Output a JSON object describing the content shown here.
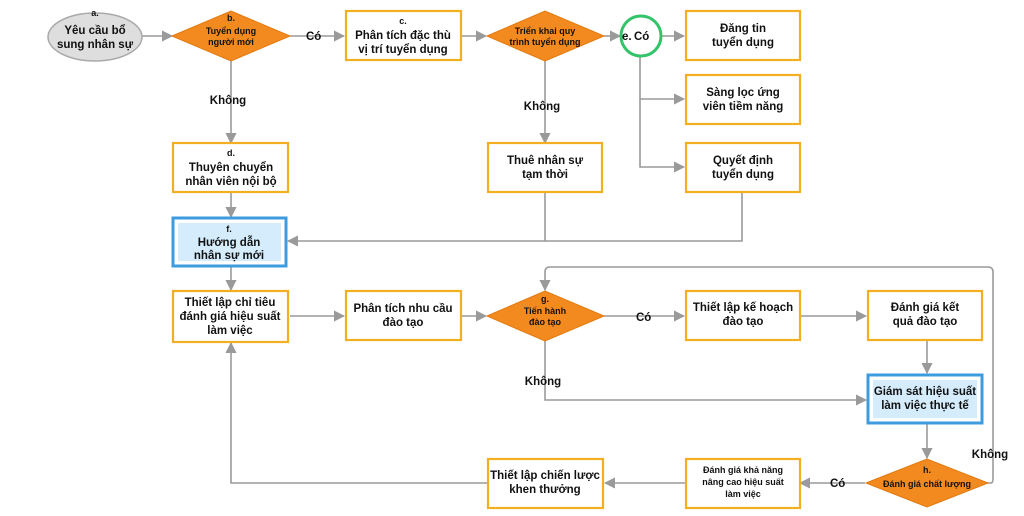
{
  "colors": {
    "process_border": "#f2b021",
    "decision_fill": "#f28a1f",
    "highlight_border": "#3d9be0",
    "highlight_fill": "#d4ecfb",
    "start_fill": "#dedede",
    "merge_ring": "#33c46a",
    "edge": "#9a9a9a"
  },
  "nodes": {
    "a": {
      "letter": "a.",
      "lines": [
        "Yêu cầu bổ",
        "sung nhân sự"
      ]
    },
    "b": {
      "letter": "b.",
      "lines": [
        "Tuyển dụng",
        "người mới"
      ]
    },
    "c": {
      "letter": "c.",
      "lines": [
        "Phân tích đặc thù",
        "vị trí tuyển dụng"
      ]
    },
    "deploy": {
      "lines": [
        "Triển khai quy",
        "trình tuyển dụng"
      ]
    },
    "e": {
      "letter": "e.",
      "label": "Có"
    },
    "post": {
      "lines": [
        "Đăng tin",
        "tuyển dụng"
      ]
    },
    "screen": {
      "lines": [
        "Sàng lọc ứng",
        "viên tiềm năng"
      ]
    },
    "decide": {
      "lines": [
        "Quyết định",
        "tuyển dụng"
      ]
    },
    "d": {
      "letter": "d.",
      "lines": [
        "Thuyên chuyển",
        "nhân viên nội bộ"
      ]
    },
    "temp": {
      "lines": [
        "Thuê nhân sự",
        "tạm thời"
      ]
    },
    "f": {
      "letter": "f.",
      "lines": [
        "Hướng dẫn",
        "nhân sự mới"
      ]
    },
    "kpi": {
      "lines": [
        "Thiết lập chỉ tiêu",
        "đánh giá hiệu suất",
        "làm việc"
      ]
    },
    "needs": {
      "lines": [
        "Phân tích nhu cầu",
        "đào tạo"
      ]
    },
    "g": {
      "letter": "g.",
      "lines": [
        "Tiến hành",
        "đào tạo"
      ]
    },
    "plan": {
      "lines": [
        "Thiết lập kế hoạch",
        "đào tạo"
      ]
    },
    "evaltrain": {
      "lines": [
        "Đánh giá kết",
        "quả đào tạo"
      ]
    },
    "monitor": {
      "lines": [
        "Giám sát hiệu suất",
        "làm việc thực tế"
      ]
    },
    "h": {
      "letter": "h.",
      "lines": [
        "Đánh giá chất lượng"
      ]
    },
    "improve": {
      "lines": [
        "Đánh giá khả năng",
        "nâng cao hiệu suất",
        "làm việc"
      ]
    },
    "reward": {
      "lines": [
        "Thiết lập chiến lược",
        "khen thưởng"
      ]
    }
  },
  "edge_labels": {
    "b_yes": "Có",
    "b_no": "Không",
    "deploy_no": "Không",
    "g_yes": "Có",
    "g_no": "Không",
    "h_yes": "Có",
    "h_no": "Không"
  }
}
